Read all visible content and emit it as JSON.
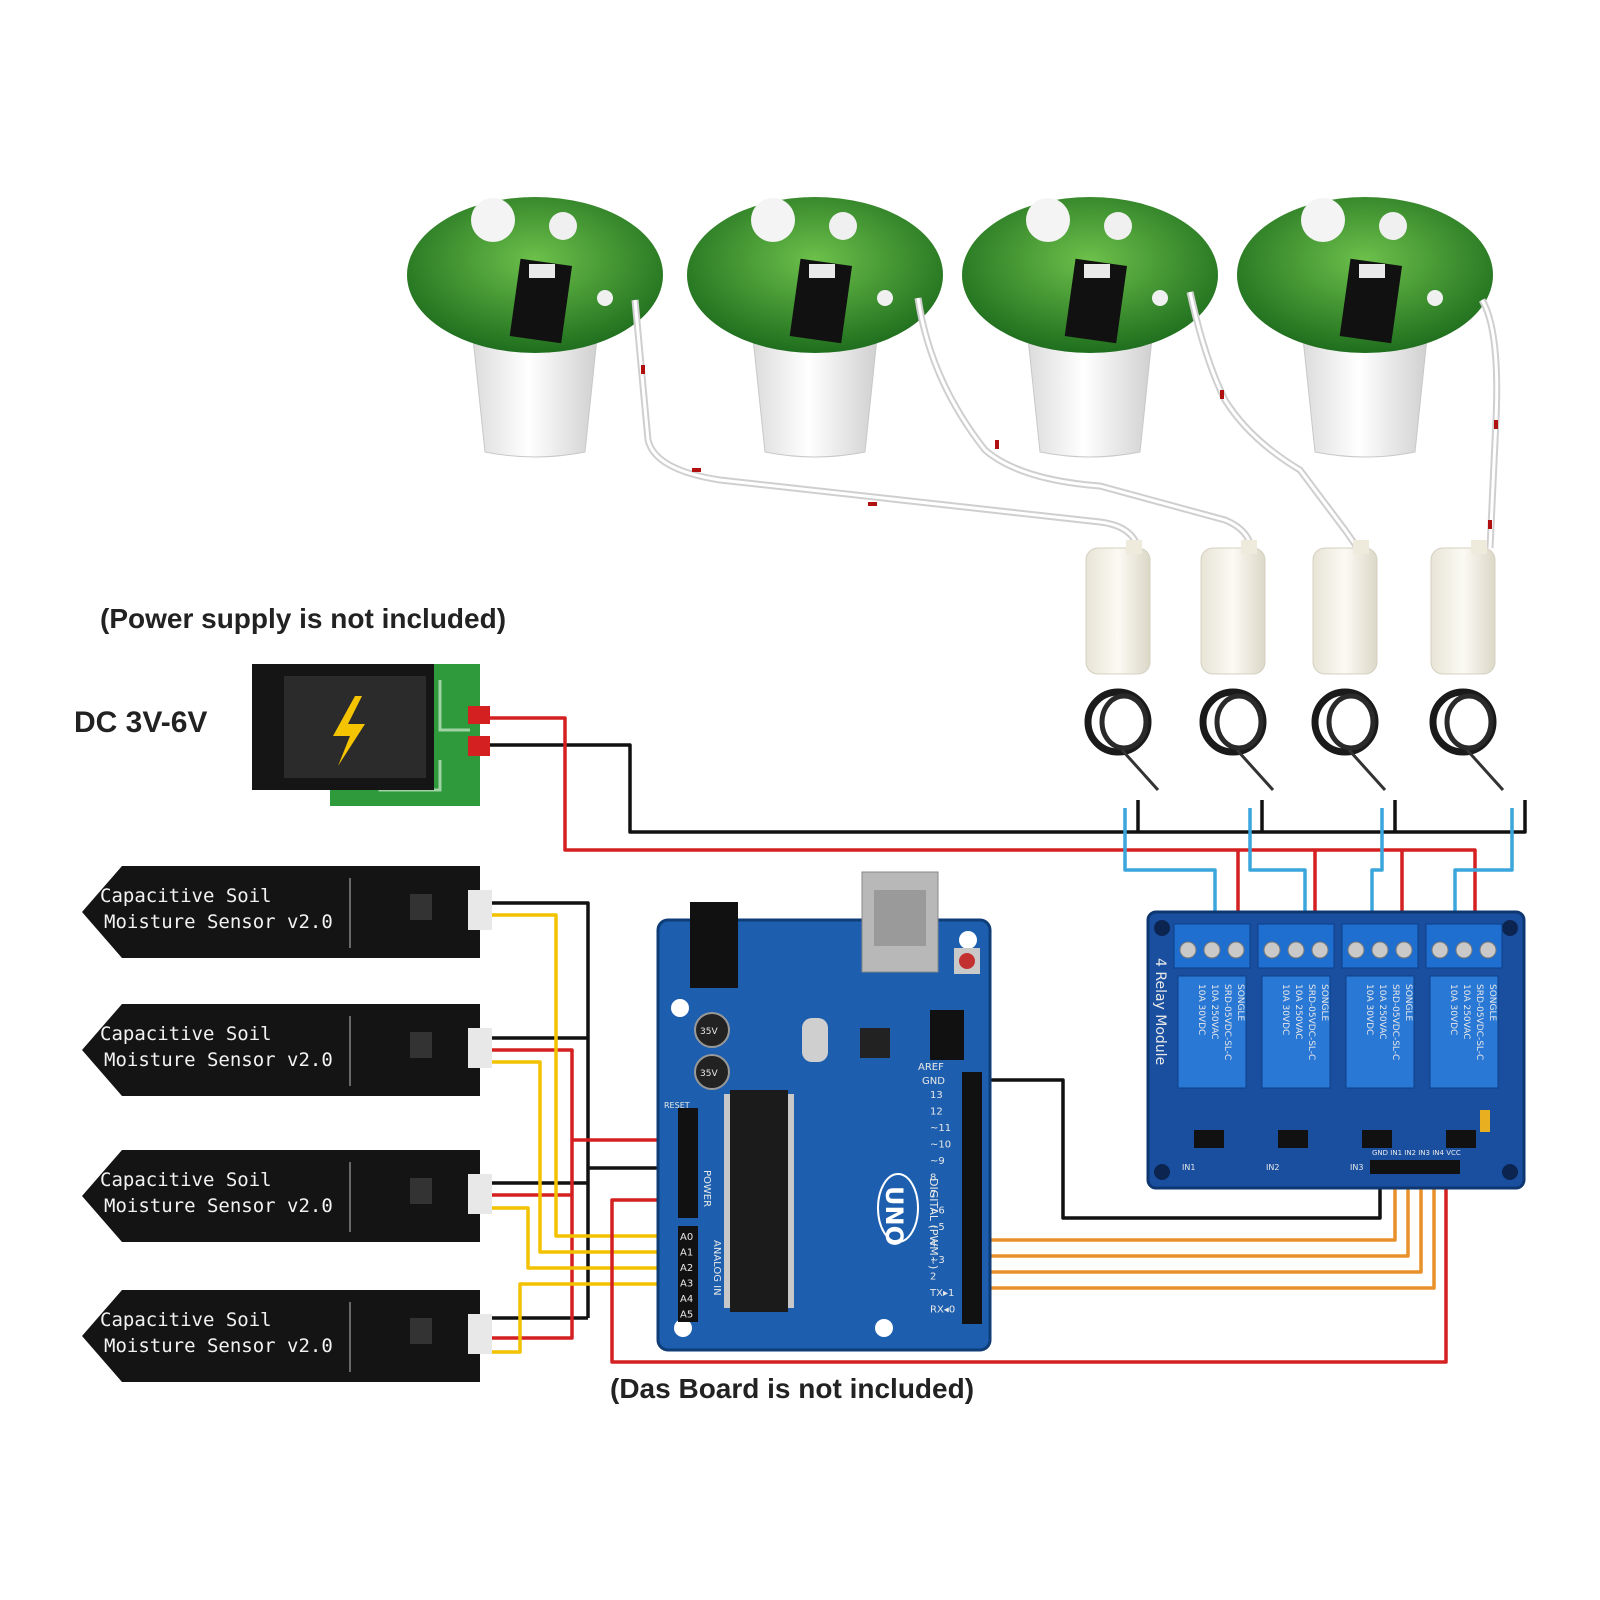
{
  "captions": {
    "power_note": "(Power supply is not included)",
    "voltage": "DC 3V-6V",
    "board_note": "(Das Board is not included)"
  },
  "sensors": [
    {
      "line1": "Capacitive  Soil",
      "line2": "Moisture Sensor v2.0"
    },
    {
      "line1": "Capacitive  Soil",
      "line2": "Moisture Sensor v2.0"
    },
    {
      "line1": "Capacitive  Soil",
      "line2": "Moisture Sensor v2.0"
    },
    {
      "line1": "Capacitive  Soil",
      "line2": "Moisture Sensor v2.0"
    }
  ],
  "arduino": {
    "logo": "UNO",
    "digital_label": "DIGITAL (PWM~)",
    "power_label": "POWER",
    "analog_label": "ANALOG IN",
    "aref": "AREF",
    "gnd": "GND",
    "digital_pins": [
      "13",
      "12",
      "~11",
      "~10",
      "~9",
      "8",
      "7",
      "~6",
      "~5",
      "4",
      "~3",
      "2",
      "TX▸1",
      "RX◂0"
    ],
    "analog_pins": [
      "A0",
      "A1",
      "A2",
      "A3",
      "A4",
      "A5"
    ],
    "cap1": "35V",
    "cap2": "35V",
    "reset": "RESET"
  },
  "relay": {
    "title": "4 Relay Module",
    "relay_text": [
      "SONGLE",
      "SRD-05VDC-SL-C",
      "10A 250VAC",
      "10A 30VDC"
    ],
    "inputs": [
      "IN1",
      "IN2",
      "IN3",
      "IN4"
    ],
    "header_pins": "GND IN1 IN2 IN3 IN4 VCC"
  },
  "colors": {
    "wire_red": "#d42020",
    "wire_black": "#111111",
    "wire_blue": "#3aa6dc",
    "wire_yellow": "#f2c200",
    "wire_orange": "#e8902a",
    "arduino_blue": "#1d5fae",
    "relay_blue": "#1a4fa0",
    "pcb_green": "#2e9a3c",
    "sensor_black": "#141414"
  }
}
